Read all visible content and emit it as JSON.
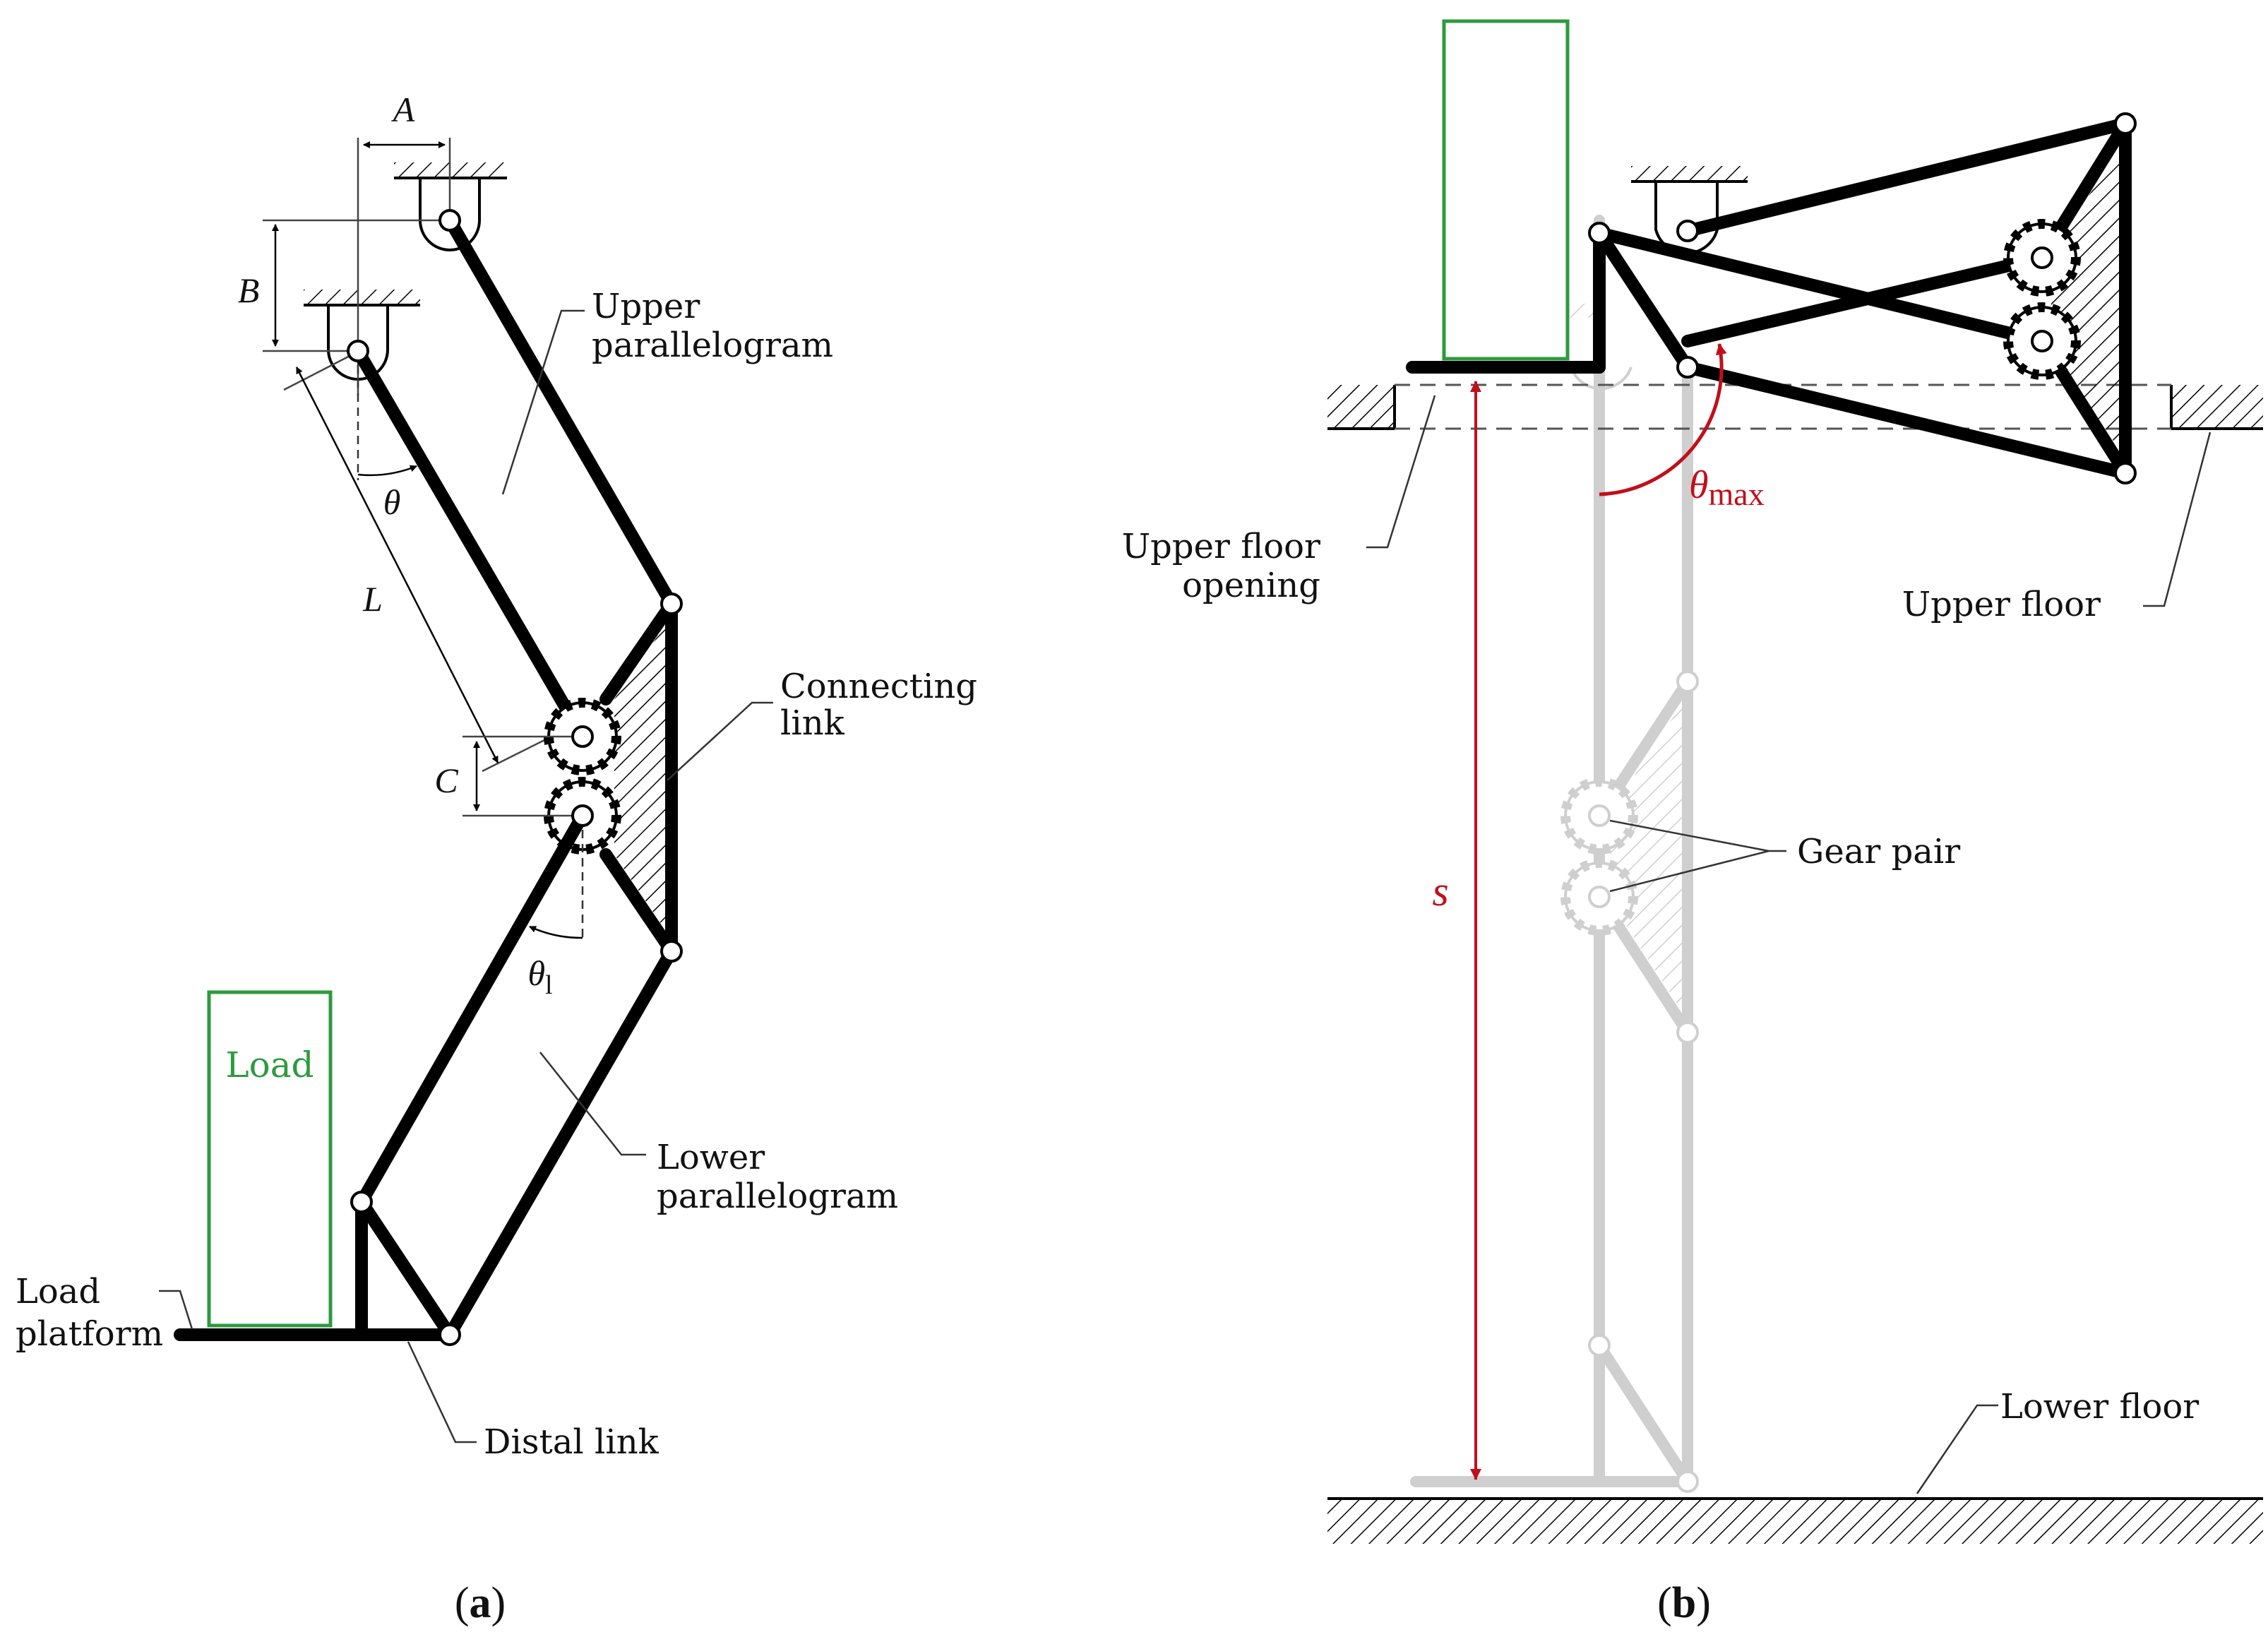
{
  "panel_a": {
    "caption_letter": "a",
    "dim_A": "A",
    "dim_B": "B",
    "dim_C": "C",
    "dim_L": "L",
    "angle_theta": "θ",
    "angle_theta_l": "θ",
    "angle_theta_l_sub": "l",
    "upper_parallelogram_line1": "Upper",
    "upper_parallelogram_line2": "parallelogram",
    "connecting_link_line1": "Connecting",
    "connecting_link_line2": "link",
    "lower_parallelogram_line1": "Lower",
    "lower_parallelogram_line2": "parallelogram",
    "load": "Load",
    "load_platform_line1": "Load",
    "load_platform_line2": "platform",
    "distal_link": "Distal link"
  },
  "panel_b": {
    "caption_letter": "b",
    "upper_floor_opening_line1": "Upper floor",
    "upper_floor_opening_line2": "opening",
    "theta_max": "θ",
    "theta_max_sub": "max",
    "upper_floor": "Upper floor",
    "gear_pair": "Gear pair",
    "s": "s",
    "lower_floor": "Lower floor"
  },
  "colors": {
    "load_box": "#2e9a3e",
    "dimension_red": "#c0101b",
    "ghost_gray": "#cfcfcf",
    "link_black": "#000000"
  }
}
